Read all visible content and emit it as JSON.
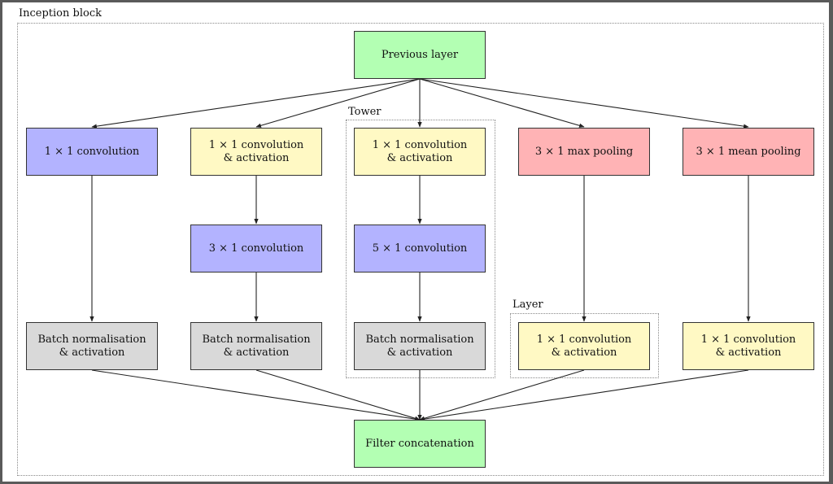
{
  "frames": {
    "inception": "Inception block",
    "tower": "Tower",
    "layer": "Layer"
  },
  "colors": {
    "green": "#b3ffb3",
    "blue": "#b3b3ff",
    "yellow": "#fff9c4",
    "red": "#ffb3b5",
    "gray": "#d9d9d9",
    "background": "#ffffff",
    "edge": "#222222"
  },
  "nodes": {
    "previous_layer": "Previous layer",
    "conv1x1_a": "1 × 1 convolution",
    "conv1x1_act_b": "1 × 1 convolution\n& activation",
    "conv1x1_act_c": "1 × 1 convolution\n& activation",
    "maxpool": "3 × 1 max pooling",
    "meanpool": "3 × 1 mean pooling",
    "conv3x1": "3 × 1 convolution",
    "conv5x1": "5 × 1 convolution",
    "bn_a": "Batch normalisation\n& activation",
    "bn_b": "Batch normalisation\n& activation",
    "bn_c": "Batch normalisation\n& activation",
    "conv1x1_act_d": "1 × 1 convolution\n& activation",
    "conv1x1_act_e": "1 × 1 convolution\n& activation",
    "filter_concat": "Filter concatenation"
  }
}
